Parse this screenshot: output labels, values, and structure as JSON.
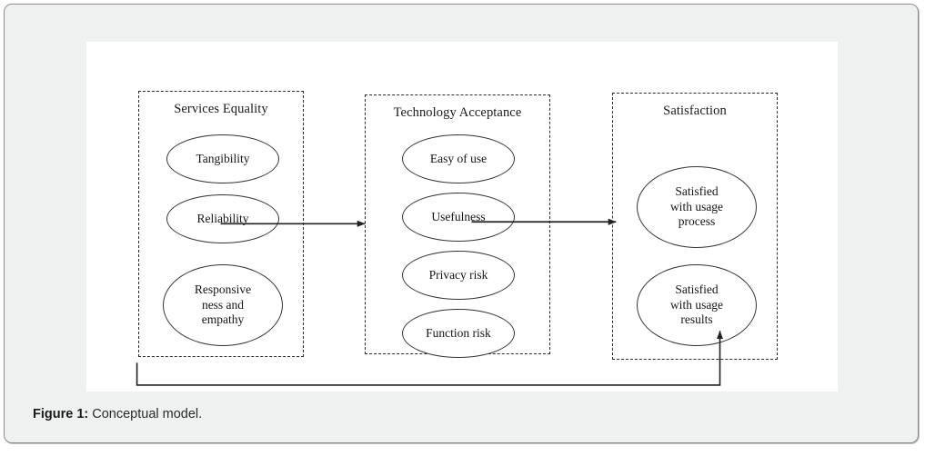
{
  "figure": {
    "caption_label": "Figure 1:",
    "caption_text": "Conceptual model.",
    "frame_bg_color": "#eff1f0",
    "canvas_bg_color": "#ffffff",
    "line_color": "#2b2b2b"
  },
  "groups": [
    {
      "id": "services-equality",
      "title": "Services Equality",
      "nodes": [
        {
          "id": "tangibility",
          "label": "Tangibility"
        },
        {
          "id": "reliability",
          "label": "Reliability"
        },
        {
          "id": "responsiveness-empathy",
          "label": "Responsive\nness and\nempathy"
        }
      ]
    },
    {
      "id": "technology-acceptance",
      "title": "Technology Acceptance",
      "nodes": [
        {
          "id": "easy-of-use",
          "label": "Easy of use"
        },
        {
          "id": "usefulness",
          "label": "Usefulness"
        },
        {
          "id": "privacy-risk",
          "label": "Privacy risk"
        },
        {
          "id": "function-risk",
          "label": "Function risk"
        }
      ]
    },
    {
      "id": "satisfaction",
      "title": "Satisfaction",
      "nodes": [
        {
          "id": "satisfied-usage-process",
          "label": "Satisfied\nwith usage\nprocess"
        },
        {
          "id": "satisfied-usage-results",
          "label": "Satisfied\nwith usage\nresults"
        }
      ]
    }
  ],
  "connectors": [
    {
      "id": "services-to-technology",
      "from": "services-equality",
      "to": "technology-acceptance",
      "style": "arrow"
    },
    {
      "id": "technology-to-satisfaction",
      "from": "technology-acceptance",
      "to": "satisfaction",
      "style": "arrow"
    },
    {
      "id": "services-to-satisfaction",
      "from": "services-equality",
      "to": "satisfaction",
      "style": "elbow-arrow"
    }
  ]
}
